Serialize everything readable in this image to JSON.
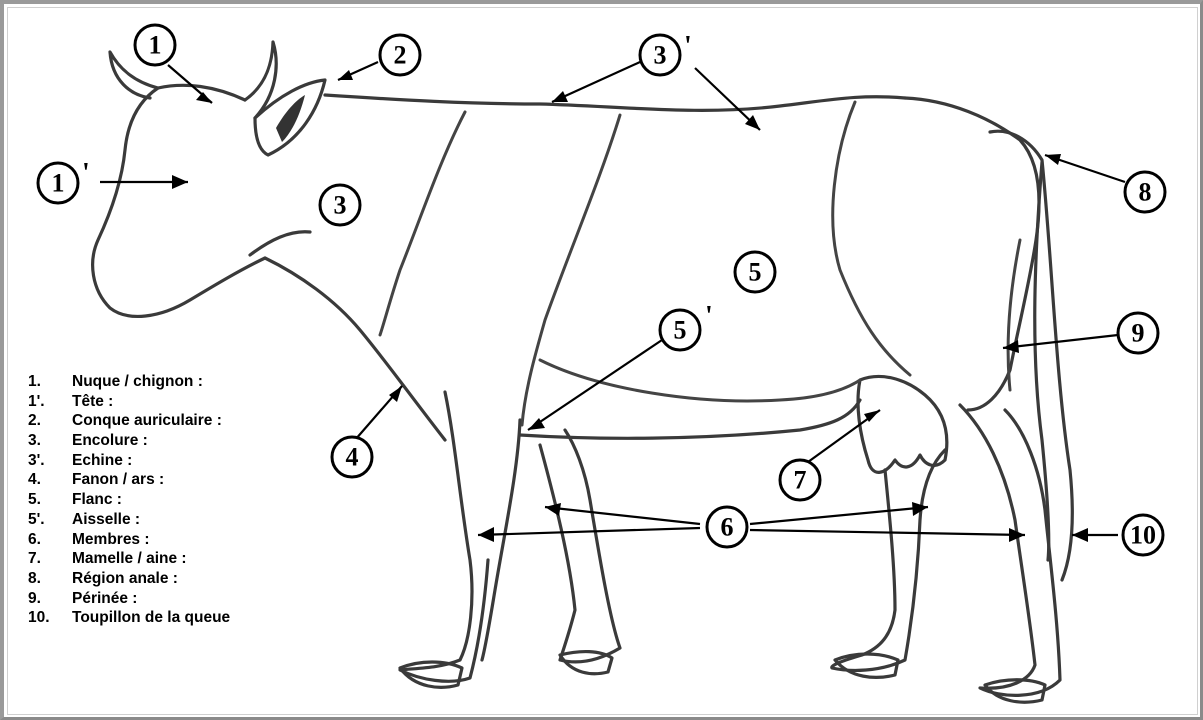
{
  "callouts": [
    {
      "id": "1",
      "label": "1"
    },
    {
      "id": "1p",
      "label": "1",
      "prime": "'"
    },
    {
      "id": "2",
      "label": "2"
    },
    {
      "id": "3",
      "label": "3"
    },
    {
      "id": "3p",
      "label": "3",
      "prime": "'"
    },
    {
      "id": "4",
      "label": "4"
    },
    {
      "id": "5",
      "label": "5"
    },
    {
      "id": "5p",
      "label": "5",
      "prime": "'"
    },
    {
      "id": "6",
      "label": "6"
    },
    {
      "id": "7",
      "label": "7"
    },
    {
      "id": "8",
      "label": "8"
    },
    {
      "id": "9",
      "label": "9"
    },
    {
      "id": "10",
      "label": "10"
    }
  ],
  "legend": [
    {
      "num": "1.",
      "text": "Nuque / chignon :"
    },
    {
      "num": "1'.",
      "text": "Tête :"
    },
    {
      "num": "2.",
      "text": "Conque auriculaire :"
    },
    {
      "num": "3.",
      "text": "Encolure :"
    },
    {
      "num": "3'.",
      "text": "Echine :"
    },
    {
      "num": "4.",
      "text": "Fanon / ars :"
    },
    {
      "num": "5.",
      "text": "Flanc :"
    },
    {
      "num": "5'.",
      "text": "Aisselle :"
    },
    {
      "num": "6.",
      "text": "Membres :"
    },
    {
      "num": "7.",
      "text": "Mamelle / aine :"
    },
    {
      "num": "8.",
      "text": "Région anale :"
    },
    {
      "num": "9.",
      "text": "Périnée :"
    },
    {
      "num": "10.",
      "text": "Toupillon de la queue"
    }
  ]
}
